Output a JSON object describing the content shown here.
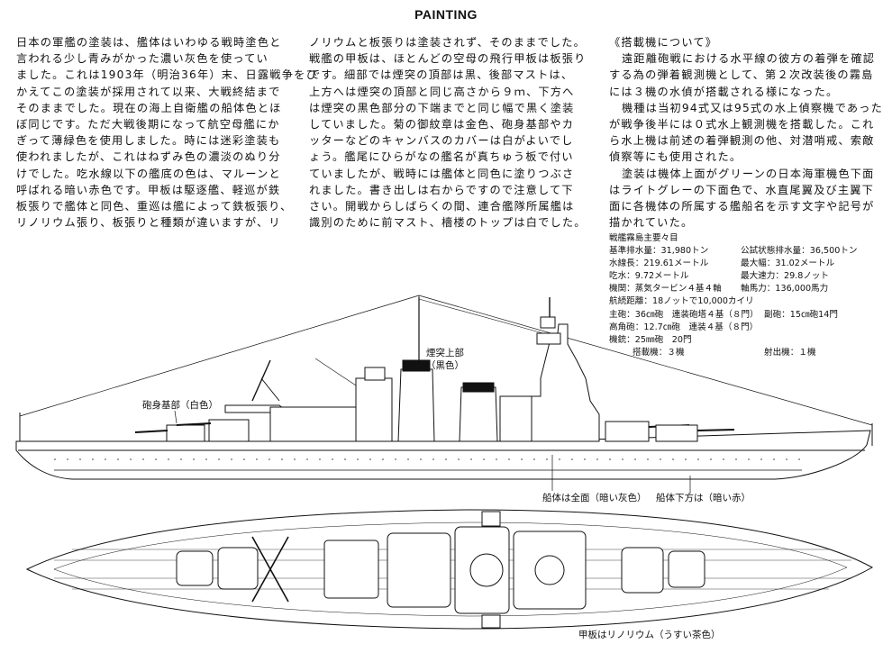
{
  "title": "PAINTING",
  "col1": [
    "日本の軍艦の塗装は、艦体はいわゆる戦時塗色と",
    "言われる少し青みがかった濃い灰色を使ってい",
    "ました。これは1903年（明治36年）末、日露戦争をひ",
    "かえてこの塗装が採用されて以来、大戦終結まで",
    "そのままでした。現在の海上自衛艦の船体色とほ",
    "ぼ同じです。ただ大戦後期になって航空母艦にか",
    "ぎって薄緑色を使用しました。時には迷彩塗装も",
    "使われましたが、これはねずみ色の濃淡のぬり分",
    "けでした。吃水線以下の艦底の色は、マルーンと",
    "呼ばれる暗い赤色です。甲板は駆逐艦、軽巡が鉄",
    "板張りで艦体と同色、重巡は艦によって鉄板張り、",
    "リノリウム張り、板張りと種類が違いますが、リ"
  ],
  "col2": [
    "ノリウムと板張りは塗装されず、そのままでした。",
    "戦艦の甲板は、ほとんどの空母の飛行甲板は板張り",
    "です。細部では煙突の頂部は黒、後部マストは、",
    "上方へは煙突の頂部と同じ高さから９ｍ、下方へ",
    "は煙突の黒色部分の下端までと同じ幅で黒く塗装",
    "していました。菊の御紋章は金色、砲身基部やカ",
    "ッターなどのキャンバスのカバーは白がよいでし",
    "ょう。艦尾にひらがなの艦名が真ちゅう板で付い",
    "ていましたが、戦時には艦体と同色に塗りつぶさ",
    "れました。書き出しは右からですので注意して下",
    "さい。開戦からしばらくの間、連合艦隊所属艦は",
    "識別のために前マスト、檣楼のトップは白でした。"
  ],
  "col3": [
    "《搭載機について》",
    "遠距離砲戦における水平線の彼方の着弾を確認",
    "する為の弾着観測機として、第２次改装後の霧島",
    "には３機の水偵が搭載される様になった。",
    "機種は当初94式又は95式の水上偵察機であった",
    "が戦争後半には０式水上観測機を搭載した。これ",
    "ら水上機は前述の着弾観測の他、対潜哨戒、索敵",
    "偵察等にも使用された。",
    "塗装は機体上面がグリーンの日本海軍機色下面",
    "はライトグレーの下面色で、水直尾翼及び主翼下",
    "面に各機体の所属する艦船名を示す文字や記号が",
    "描かれていた。"
  ],
  "specs": {
    "heading": "戦艦霧島主要々目",
    "disp_std": "基準排水量：31,980トン",
    "disp_trial": "公試状態排水量：36,500トン",
    "lwl": "水線長：219.61メートル",
    "beam": "最大幅：31.02メートル",
    "draft": "吃水：9.72メートル",
    "speed": "最大速力：29.8ノット",
    "engine": "機関：蒸気タービン４基４軸",
    "power": "軸馬力：136,000馬力",
    "range": "航続距離：18ノットで10,000カイリ",
    "main_gun": "主砲：36㎝砲　連装砲塔４基（８門）",
    "sub_gun": "副砲：15㎝砲14門",
    "aa_gun": "高角砲：12.7㎝砲　連装４基（８門）",
    "mg": "機銃：25㎜砲　20門",
    "aircraft": "搭載機：３機",
    "catapult": "射出機：１機"
  },
  "labels": {
    "funnel_top": "煙突上部",
    "funnel_top_color": "（黒色）",
    "barrel_base": "砲身基部（白色）",
    "hull": "船体は全面（暗い灰色）",
    "hull_bottom": "船体下方は（暗い赤）",
    "deck": "甲板はリノリウム（うすい茶色）"
  }
}
